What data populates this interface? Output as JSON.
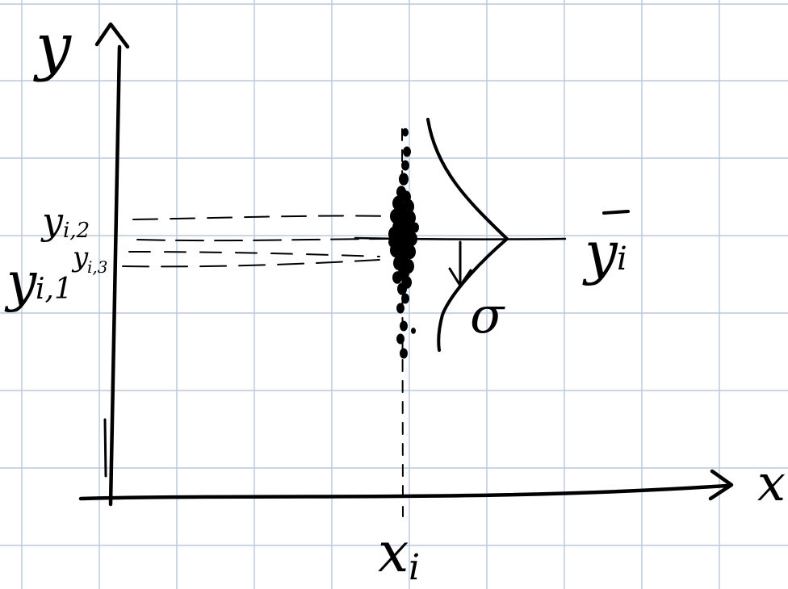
{
  "colors": {
    "grid": "#b8c8dc",
    "ink": "#000000",
    "background": "#ffffff"
  },
  "grid": {
    "visible": true
  },
  "axes": {
    "y_label": "y",
    "x_label": "x"
  },
  "labels": {
    "x_i": "x",
    "x_i_sub": "i",
    "y_bar": "y",
    "y_bar_sub": "i",
    "y_i2_main": "y",
    "y_i2_sub": "i,2",
    "y_i3_main": "y",
    "y_i3_sub": "i,3",
    "y_i1_main": "y",
    "y_i1_sub": "i,1",
    "sigma": "σ"
  }
}
